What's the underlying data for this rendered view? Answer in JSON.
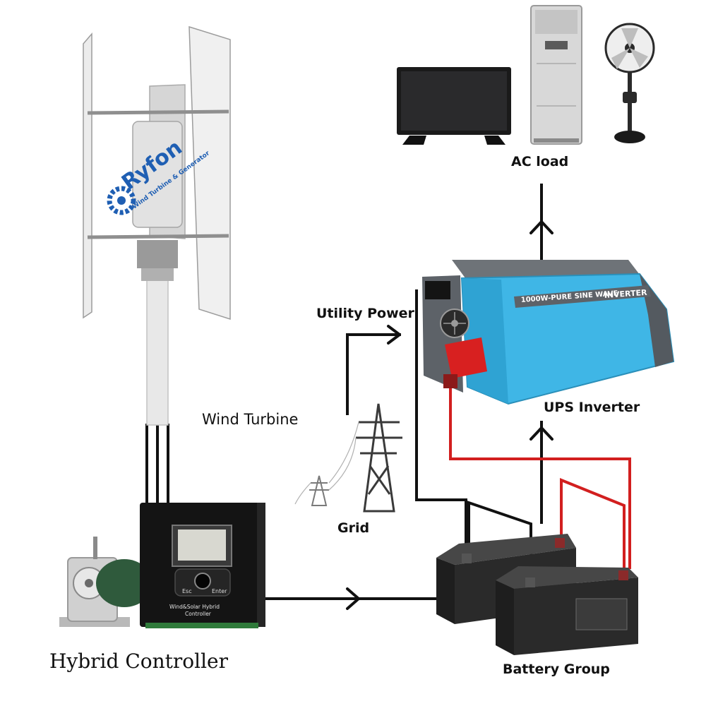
{
  "labels": {
    "ac_load": "AC load",
    "utility_power": "Utility Power",
    "wind_turbine": "Wind Turbine",
    "ups_inverter": "UPS Inverter",
    "grid": "Grid",
    "hybrid_controller": "Hybrid Controller",
    "battery_group": "Battery Group"
  },
  "brand": {
    "name": "Ryfon",
    "tagline": "Wind Turbine & Generator"
  },
  "inverter": {
    "model_text": "1000W-PURE SINE WAVE",
    "type_text": "INVERTER"
  },
  "controller": {
    "title_line1": "Wind&Solar Hybrid",
    "title_line2": "Controller",
    "btn_esc": "Esc",
    "btn_enter": "Enter"
  },
  "colors": {
    "wire_dc": "#111111",
    "wire_positive": "#d21f1f",
    "inverter_body": "#3fb6e6",
    "brand_blue": "#1f5fb3"
  }
}
